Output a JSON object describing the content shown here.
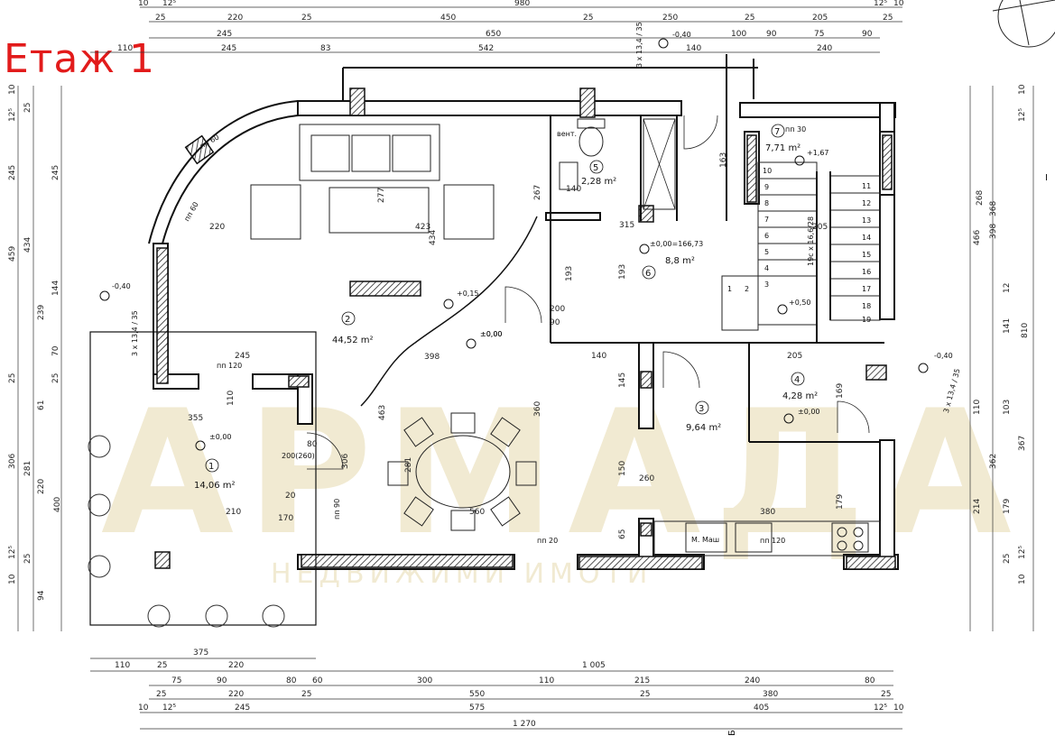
{
  "title": "Етаж 1",
  "watermark": {
    "main": "АРМАДА",
    "sub": "НЕДВИЖИМИ ИМОТИ"
  },
  "rooms": [
    {
      "num": "1",
      "area": "14,06 m²",
      "level": "±0,00"
    },
    {
      "num": "2",
      "area": "44,52 m²",
      "level": "+0,15"
    },
    {
      "num": "3",
      "area": "9,64 m²",
      "level": "±0,00"
    },
    {
      "num": "4",
      "area": "4,28 m²",
      "level": "±0,00"
    },
    {
      "num": "5",
      "area": "2,28 m²",
      "level": ""
    },
    {
      "num": "6",
      "area": "8,8 m²",
      "level": "±0,00=166,73"
    },
    {
      "num": "7",
      "area": "7,71 m²",
      "level": "+1,67"
    }
  ],
  "levels": [
    "-0,40",
    "-0,40",
    "-0,40",
    "±0,00",
    "+0,50"
  ],
  "labels": {
    "vent": "вент.",
    "pp30": "пп 30",
    "pp60a": "пп 60",
    "pp60b": "пп 60",
    "pp120a": "пп 120",
    "pp120b": "пп 120",
    "pp20": "пп 20",
    "pp90": "пп 90",
    "m_mash": "М. Маш",
    "stairs_main": "19с x 16,6/28",
    "stairs_ext1": "3 x 13,4 / 35",
    "stairs_ext2": "3 x 13,4 / 35",
    "stairs_ext3": "3 x 13,4 / 35",
    "door1": "200(260)",
    "section_mark": "Б",
    "section_mark2": "I"
  },
  "stair_numbers": [
    "1",
    "2",
    "3",
    "4",
    "5",
    "6",
    "7",
    "8",
    "9",
    "10",
    "11",
    "12",
    "13",
    "14",
    "15",
    "16",
    "17",
    "18",
    "19"
  ],
  "dims_top": {
    "row1": [
      "10",
      "12⁵",
      "980",
      "12⁵",
      "10"
    ],
    "row2": [
      "25",
      "220",
      "25",
      "450",
      "25",
      "250",
      "25",
      "205",
      "25"
    ],
    "row3": [
      "245",
      "650",
      "100",
      "90",
      "75",
      "90"
    ],
    "row4": [
      "110",
      "245",
      "83",
      "542",
      "140",
      "240"
    ]
  },
  "dims_bottom": {
    "row1": [
      "375"
    ],
    "row2": [
      "110",
      "25",
      "220",
      "1 005"
    ],
    "row3": [
      "75",
      "90",
      "80",
      "60",
      "300",
      "110",
      "215",
      "240",
      "80"
    ],
    "row4": [
      "25",
      "220",
      "25",
      "550",
      "25",
      "380",
      "25"
    ],
    "row5": [
      "10",
      "12⁵",
      "245",
      "575",
      "405",
      "12⁵",
      "10"
    ],
    "row6": [
      "1 270"
    ]
  },
  "dims_left": {
    "outer": [
      "10",
      "12⁵",
      "245",
      "459",
      "25",
      "306",
      "400",
      "12⁵",
      "10"
    ],
    "mid": [
      "25",
      "434",
      "61",
      "281",
      "25",
      "94"
    ],
    "inner": [
      "245",
      "144",
      "239",
      "70",
      "25",
      "220"
    ]
  },
  "dims_right": {
    "outer": [
      "10",
      "12⁵",
      "466",
      "810",
      "12⁵",
      "10"
    ],
    "mid": [
      "368",
      "110",
      "367",
      "214"
    ],
    "inner": [
      "268",
      "398",
      "12",
      "141",
      "103",
      "362",
      "179",
      "25"
    ]
  },
  "interior_dims": [
    "220",
    "423",
    "277",
    "434",
    "398",
    "245",
    "355",
    "463",
    "306",
    "281",
    "560",
    "360",
    "193",
    "193",
    "145",
    "150",
    "260",
    "80",
    "90",
    "140",
    "315",
    "200",
    "267",
    "163",
    "169",
    "179",
    "380",
    "205",
    "205",
    "140",
    "65",
    "110",
    "210",
    "20",
    "170"
  ]
}
